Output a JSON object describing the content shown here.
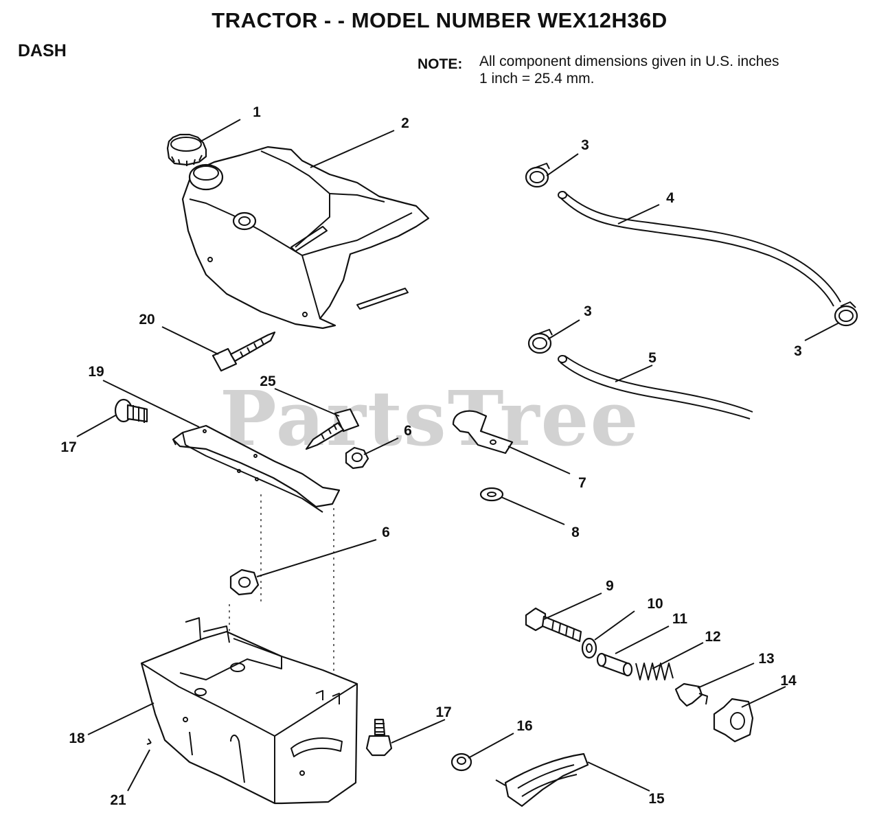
{
  "header": {
    "title": "TRACTOR - - MODEL NUMBER WEX12H36D",
    "section": "DASH"
  },
  "note": {
    "label": "NOTE:",
    "line1": "All component dimensions given in U.S. inches",
    "line2": "1 inch = 25.4 mm."
  },
  "watermark": "PartsTree",
  "callouts": [
    "1",
    "2",
    "3",
    "4",
    "3",
    "3",
    "5",
    "20",
    "19",
    "25",
    "17",
    "6",
    "7",
    "8",
    "6",
    "9",
    "10",
    "11",
    "12",
    "13",
    "14",
    "18",
    "17",
    "16",
    "21",
    "15"
  ]
}
